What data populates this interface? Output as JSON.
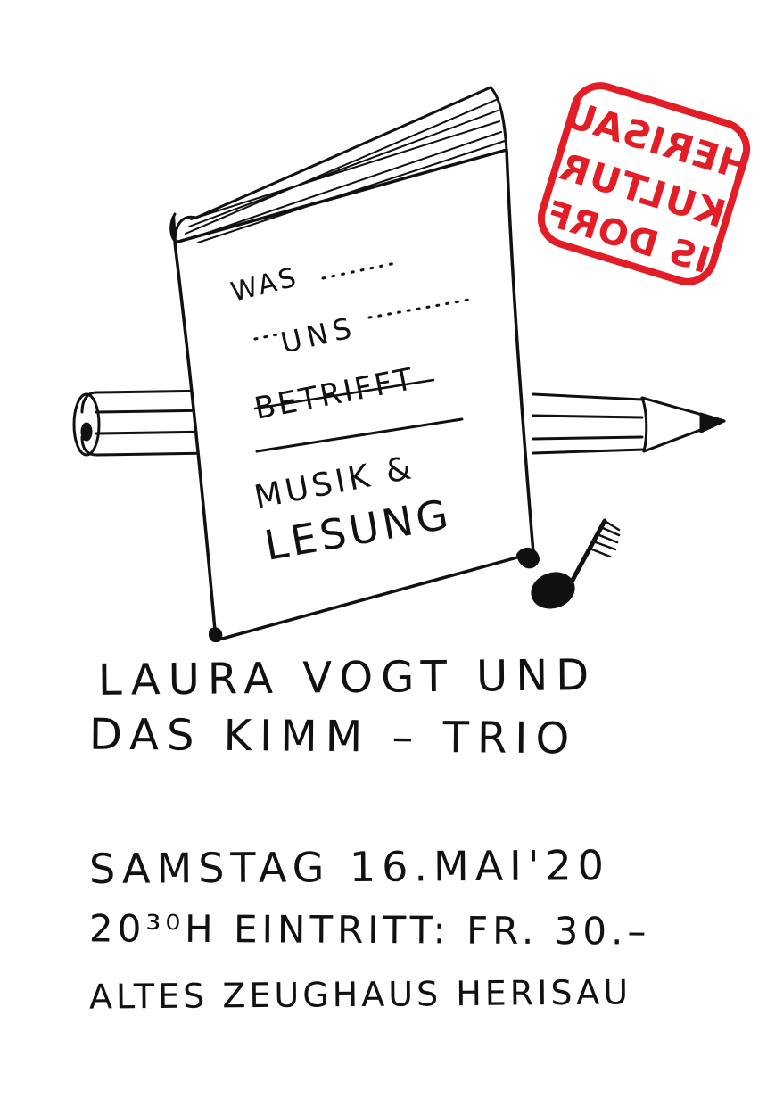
{
  "book": {
    "title_line_1": "WAS",
    "title_line_2": "UNS",
    "title_line_3": "BETRIFFT",
    "subtitle_line_1": "MUSIK &",
    "subtitle_line_2": "LESUNG"
  },
  "stamp": {
    "line_1": "HERISAU",
    "line_2": "KULTUR",
    "line_3": "IS DORF",
    "color": "#e31d25"
  },
  "performers": {
    "line_1": "LAURA VOGT UND",
    "line_2": "DAS KIMM – TRIO"
  },
  "event": {
    "date": "SAMSTAG 16.MAI'20",
    "time_and_entry": "20³⁰h EINTRITT: FR. 30.–",
    "venue": "ALTES ZEUGHAUS HERISAU"
  },
  "icons": [
    "book-icon",
    "pencil-icon",
    "music-note-icon",
    "stamp"
  ]
}
